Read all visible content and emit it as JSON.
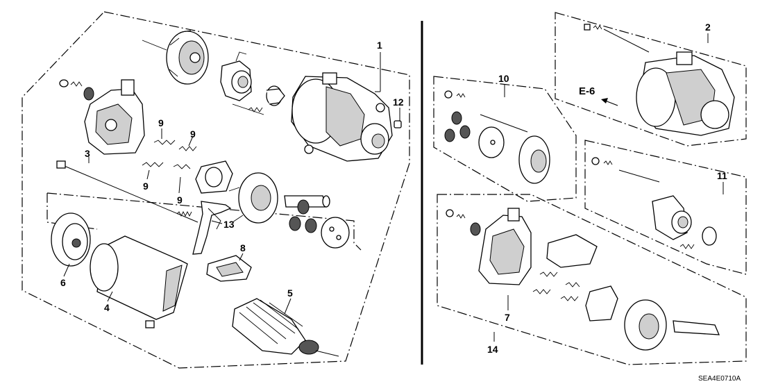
{
  "callouts": {
    "c1": "1",
    "c2": "2",
    "c3": "3",
    "c4": "4",
    "c5": "5",
    "c6": "6",
    "c7": "7",
    "c8": "8",
    "c9a": "9",
    "c9b": "9",
    "c9c": "9",
    "c9d": "9",
    "c10": "10",
    "c11": "11",
    "c12": "12",
    "c13": "13",
    "c14": "14"
  },
  "reference": {
    "label": "E-6"
  },
  "diagram_code": "SEA4E0710A",
  "icons": {
    "arrow": "arrow-left-icon"
  }
}
